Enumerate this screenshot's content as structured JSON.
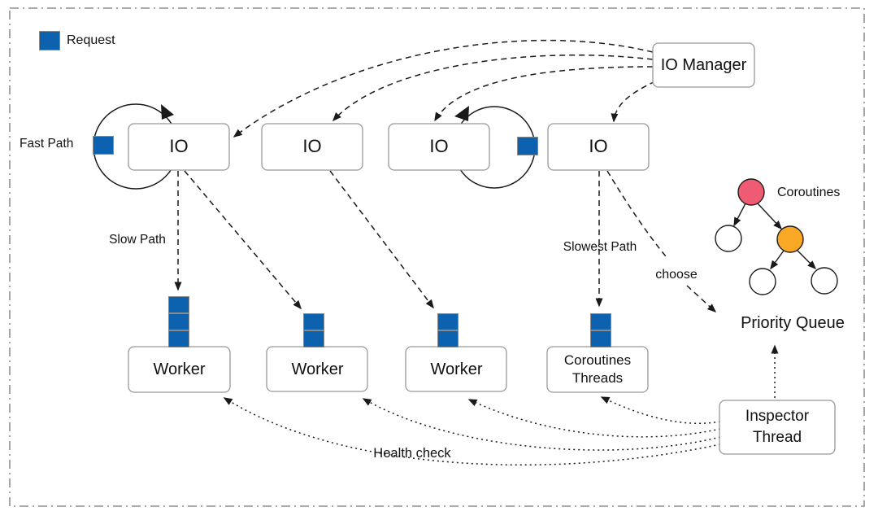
{
  "legend": {
    "label": "Request"
  },
  "colors": {
    "request_blue": "#0c62ae",
    "coroutine_root_pink": "#ef5b72",
    "coroutine_active_orange": "#f9a825",
    "box_border_gray": "#999999",
    "frame_gray": "#8f8f8f",
    "line_black": "#1a1a1a"
  },
  "nodes": {
    "io_manager": "IO Manager",
    "io_boxes": [
      "IO",
      "IO",
      "IO",
      "IO"
    ],
    "workers": [
      "Worker",
      "Worker",
      "Worker"
    ],
    "coroutines_threads": "Coroutines Threads",
    "inspector_thread": "Inspector Thread"
  },
  "labels": {
    "fast_path": "Fast Path",
    "slow_path": "Slow Path",
    "slowest_path": "Slowest Path",
    "choose": "choose",
    "priority_queue": "Priority Queue",
    "health_check": "Health check",
    "coroutines": "Coroutines"
  },
  "queues": {
    "worker_1": 3,
    "worker_2": 2,
    "worker_3": 2,
    "coroutines_threads": 2
  }
}
